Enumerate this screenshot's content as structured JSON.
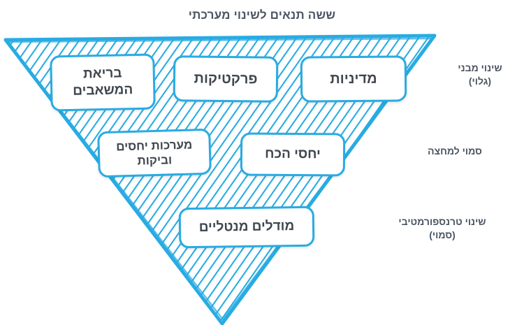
{
  "diagram": {
    "title": "ששה תנאים לשינוי מערכתי",
    "accent_color": "#29abe2",
    "text_color": "#3f464d",
    "label_color": "#4b5563",
    "background_color": "#ffffff",
    "shape": "inverted-triangle",
    "hatching": "diagonal"
  },
  "nodes": {
    "resources": "בריאת\nהמשאבים",
    "practices": "פרקטיקות",
    "policies": "מדיניות",
    "relationships": "מערכות יחסים\nוביקות",
    "power": "יחסי הכח",
    "mental_models": "מודלים מנטליים"
  },
  "levels": {
    "structural": "שינוי מבני\n(גלוי)",
    "semi_hidden": "סמוי למחצה",
    "transformative": "שינוי טרנספורמטיבי\n(סמוי)"
  }
}
